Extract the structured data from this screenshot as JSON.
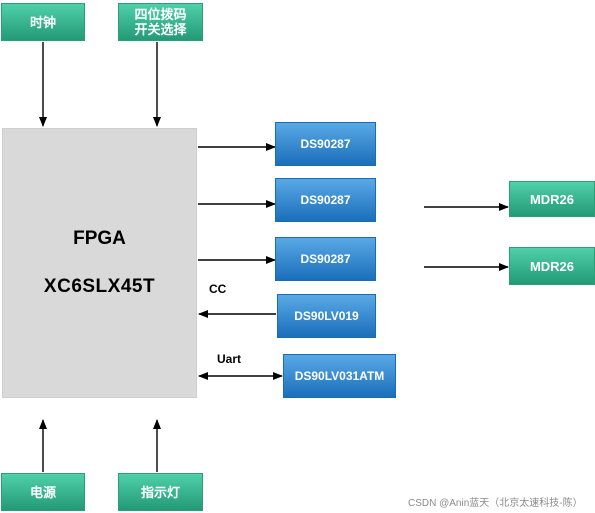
{
  "inputs_top": [
    {
      "id": "clock",
      "label": "时钟"
    },
    {
      "id": "dip",
      "label": "四位拨码\n开关选择"
    }
  ],
  "inputs_bottom": [
    {
      "id": "power",
      "label": "电源"
    },
    {
      "id": "led",
      "label": "指示灯"
    }
  ],
  "fpga": {
    "line1": "FPGA",
    "line2": "XC6SLX45T"
  },
  "chips": [
    {
      "id": "chip1",
      "label": "DS90287"
    },
    {
      "id": "chip2",
      "label": "DS90287"
    },
    {
      "id": "chip3",
      "label": "DS90287"
    },
    {
      "id": "chip4",
      "label": "DS90LV019"
    },
    {
      "id": "chip5",
      "label": "DS90LV031ATM"
    }
  ],
  "connectors": [
    {
      "id": "mdr1",
      "label": "MDR26"
    },
    {
      "id": "mdr2",
      "label": "MDR26"
    }
  ],
  "edge_labels": {
    "cc": "CC",
    "uart": "Uart"
  },
  "watermark": "CSDN @Anin蓝天（北京太速科技-陈）",
  "colors": {
    "green": "#2fb38a",
    "blue": "#2a7fcc",
    "fpga_gray": "#d9d9d9",
    "arrow": "#000000"
  }
}
